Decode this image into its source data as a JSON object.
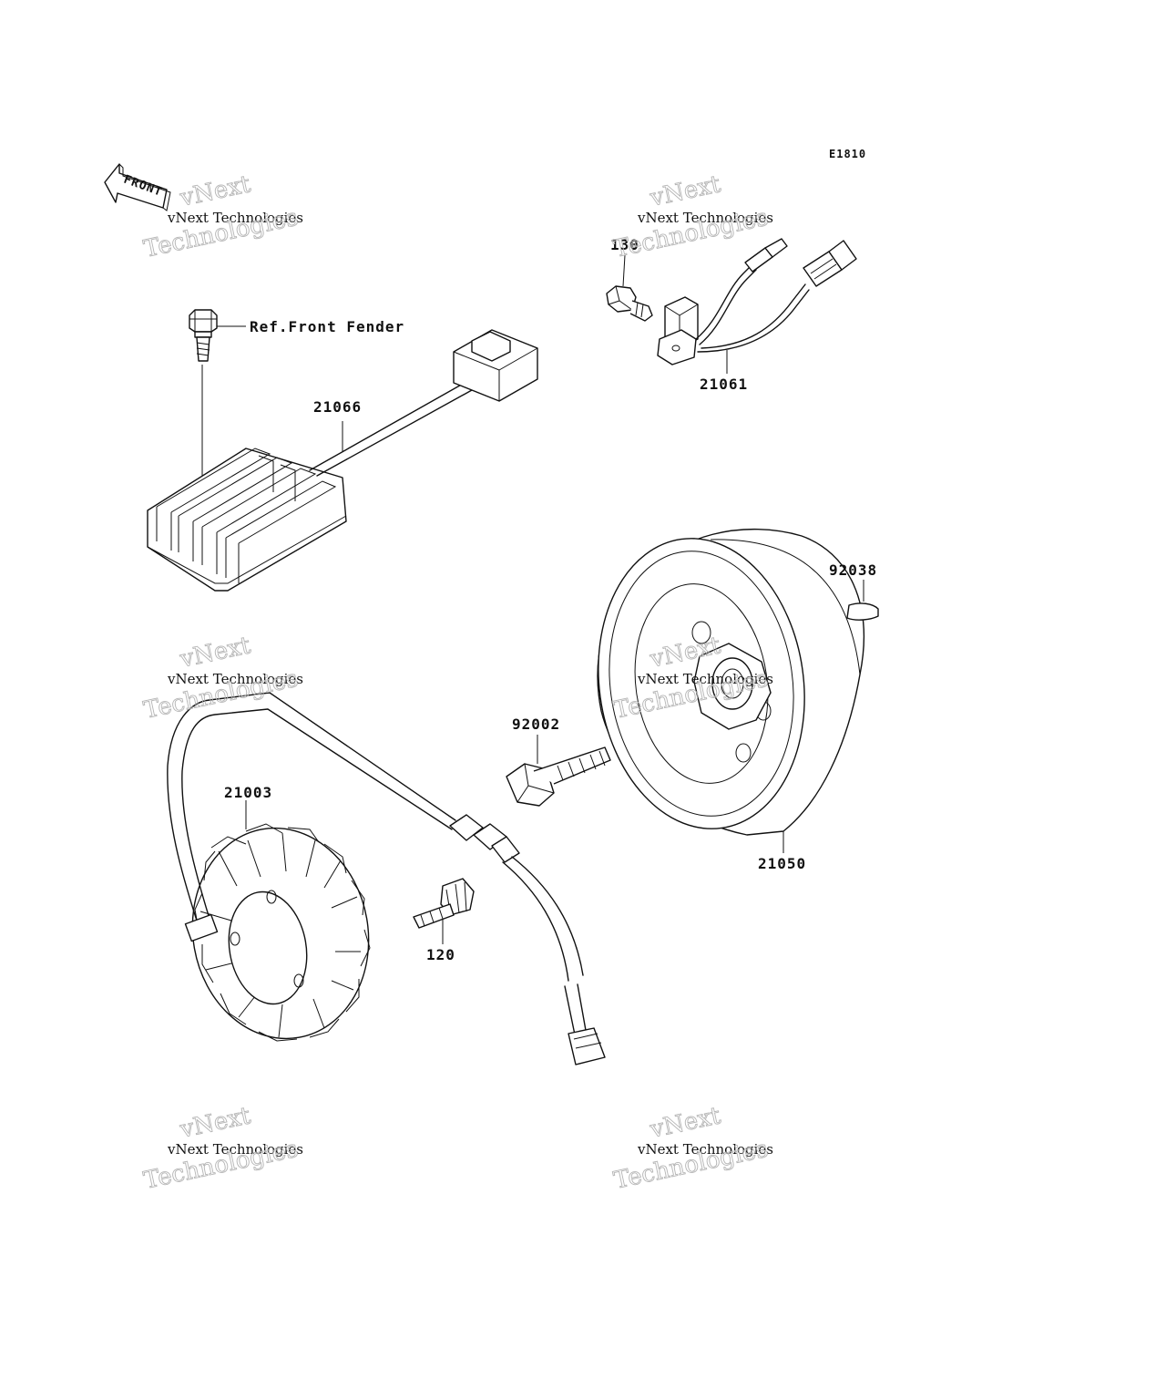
{
  "diagram_code": "E1810",
  "front_arrow_text": "FRONT",
  "reference_note": "Ref.Front Fender",
  "parts": {
    "regulator": "21066",
    "pickup_coil": "21061",
    "bolt_pickup": "130",
    "flywheel": "21050",
    "key": "92038",
    "flywheel_bolt": "92002",
    "stator": "21003",
    "stator_bolt": "120"
  },
  "watermark": {
    "line1": "vNext",
    "line2": "vNext Technologies",
    "line3": "Technologies"
  }
}
